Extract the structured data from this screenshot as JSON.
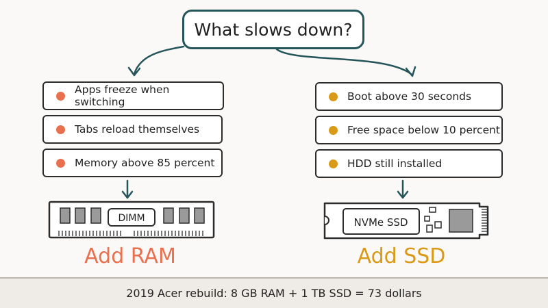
{
  "title": "What slows down?",
  "left": {
    "symptoms": [
      "Apps freeze when switching",
      "Tabs reload themselves",
      "Memory above 85 percent"
    ],
    "component_label": "DIMM",
    "action": "Add RAM",
    "dot_color": "#e8704e",
    "action_color": "#e8704e"
  },
  "right": {
    "symptoms": [
      "Boot above 30 seconds",
      "Free space below 10 percent",
      "HDD still installed"
    ],
    "component_label": "NVMe SSD",
    "action": "Add SSD",
    "dot_color": "#d99a17",
    "action_color": "#d99a17"
  },
  "footer": "2019 Acer rebuild: 8 GB RAM + 1 TB SSD = 73 dollars",
  "colors": {
    "arrow": "#24555a",
    "outline": "#2c2c2c",
    "background": "#fbf9f7"
  }
}
